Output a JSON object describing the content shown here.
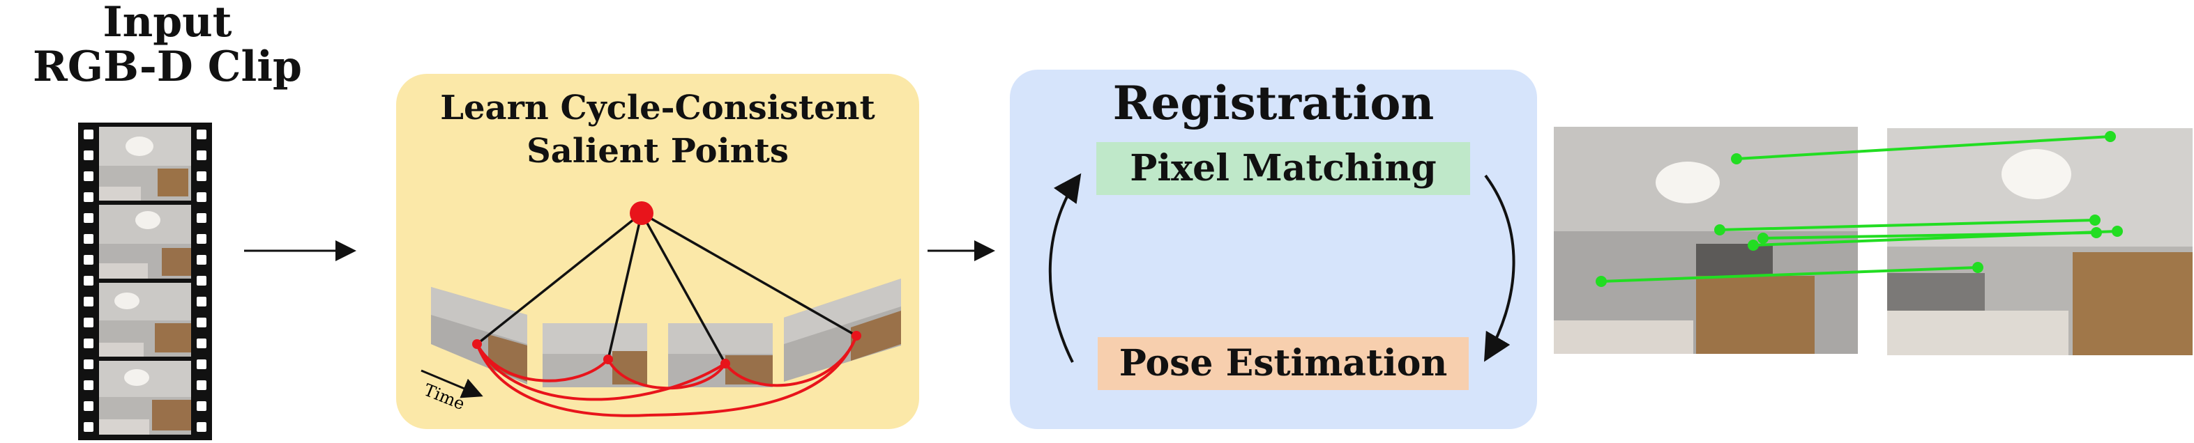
{
  "input": {
    "line1": "Input",
    "line2": "RGB-D Clip"
  },
  "salient": {
    "line1": "Learn Cycle-Consistent",
    "line2": "Salient Points",
    "time_label": "Time"
  },
  "registration": {
    "title": "Registration",
    "pixel_matching": "Pixel Matching",
    "pose_estimation": "Pose Estimation"
  },
  "colors": {
    "yellow_panel": "#fbe8a8",
    "blue_panel": "#d6e4fb",
    "pixel_box": "#bfe8c9",
    "pose_box": "#f7cfae",
    "keypoint_red": "#e8141b",
    "match_green": "#22dd22"
  }
}
